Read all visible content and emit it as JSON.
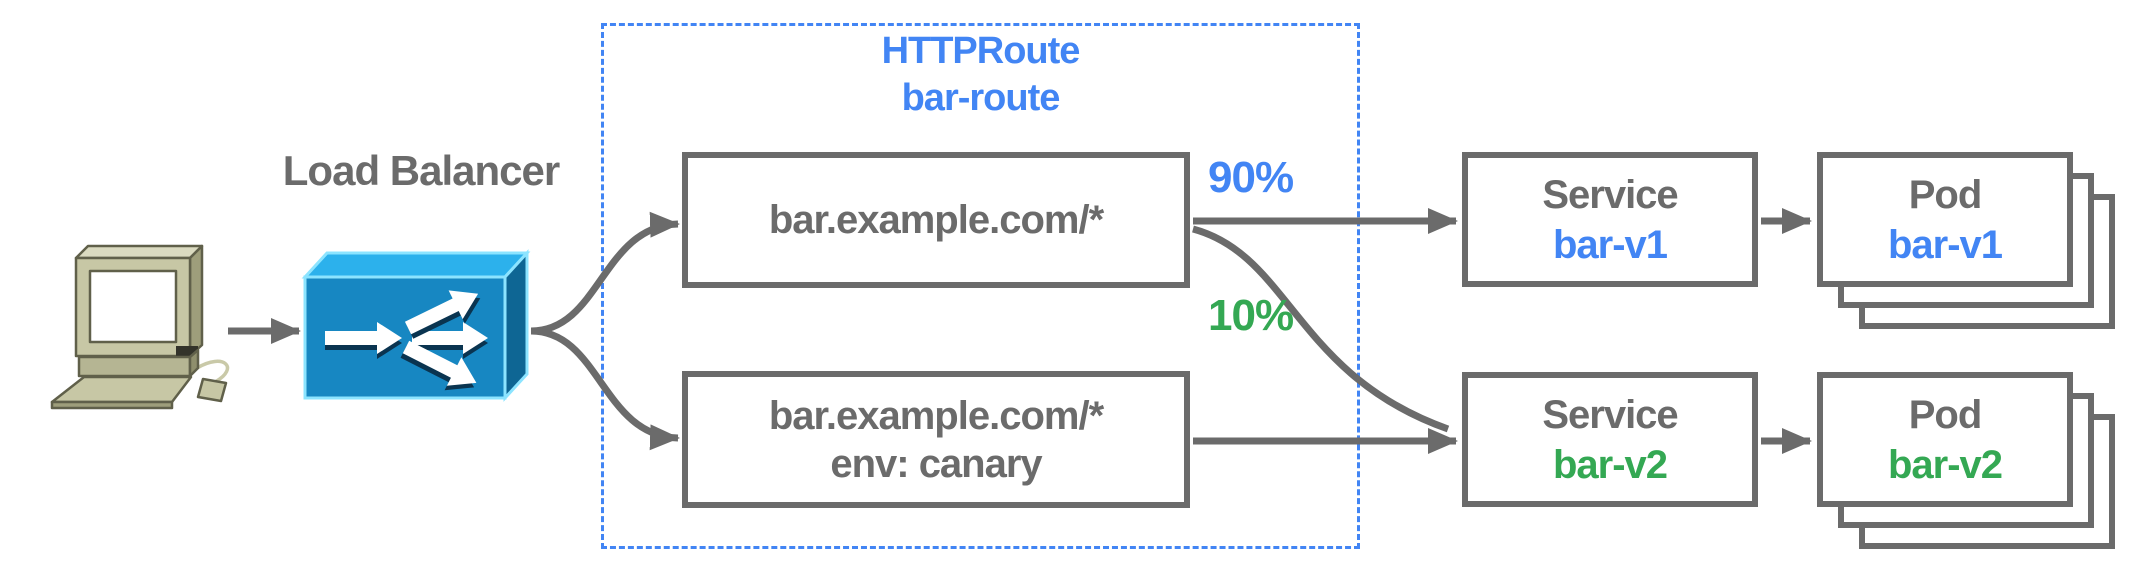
{
  "colors": {
    "route_blue": "#4285F4",
    "canary_green": "#34A853",
    "line_gray": "#6B6B6B",
    "lb_front_blue": "#1787C2",
    "lb_top_blue": "#2CB1EC",
    "lb_side_blue": "#0E6694",
    "client_beige": "#C6C6A4"
  },
  "diagram": {
    "client": {
      "icon": "computer-icon"
    },
    "load_balancer": {
      "label": "Load Balancer",
      "icon": "load-balancer-icon"
    },
    "httproute": {
      "kind": "HTTPRoute",
      "name": "bar-route",
      "rules": [
        {
          "match": "bar.example.com/*"
        },
        {
          "match": "bar.example.com/*",
          "header": "env: canary"
        }
      ]
    },
    "traffic_split": [
      {
        "weight": "90%",
        "to": "bar-v1"
      },
      {
        "weight": "10%",
        "to": "bar-v2"
      }
    ],
    "services": [
      {
        "label": "Service",
        "name": "bar-v1"
      },
      {
        "label": "Service",
        "name": "bar-v2"
      }
    ],
    "pods": [
      {
        "label": "Pod",
        "name": "bar-v1"
      },
      {
        "label": "Pod",
        "name": "bar-v2"
      }
    ]
  }
}
